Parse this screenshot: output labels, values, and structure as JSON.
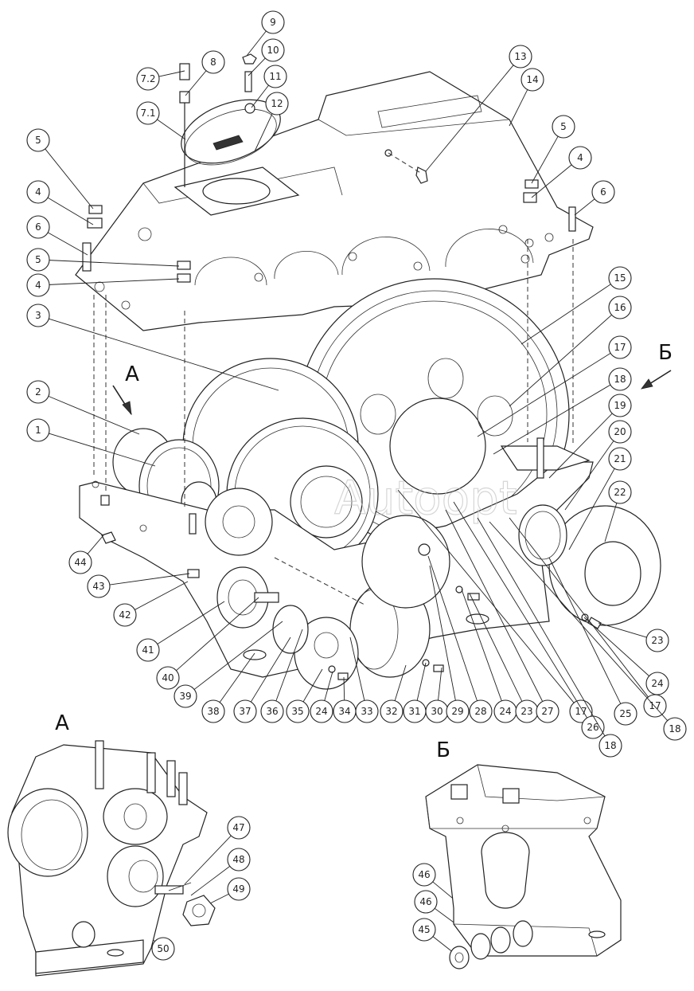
{
  "views": {
    "main": {
      "label": ""
    },
    "inset_a": {
      "label": "A"
    },
    "inset_b": {
      "label": "Б"
    }
  },
  "arrows": {
    "arrow_a": {
      "label": "A"
    },
    "arrow_b": {
      "label": "Б"
    }
  },
  "watermark": "Autoopt",
  "callouts": [
    "9",
    "10",
    "11",
    "12",
    "8",
    "7.2",
    "7.1",
    "13",
    "14",
    "5",
    "4",
    "6",
    "5",
    "4",
    "6",
    "5",
    "4",
    "3",
    "15",
    "16",
    "17",
    "18",
    "19",
    "20",
    "21",
    "22",
    "2",
    "1",
    "44",
    "43",
    "42",
    "41",
    "40",
    "39",
    "38",
    "37",
    "36",
    "35",
    "24",
    "34",
    "33",
    "32",
    "31",
    "30",
    "29",
    "28",
    "24",
    "23",
    "27",
    "17",
    "26",
    "18",
    "25",
    "17",
    "18",
    "24",
    "23",
    "47",
    "48",
    "49",
    "50",
    "46",
    "46",
    "45"
  ]
}
